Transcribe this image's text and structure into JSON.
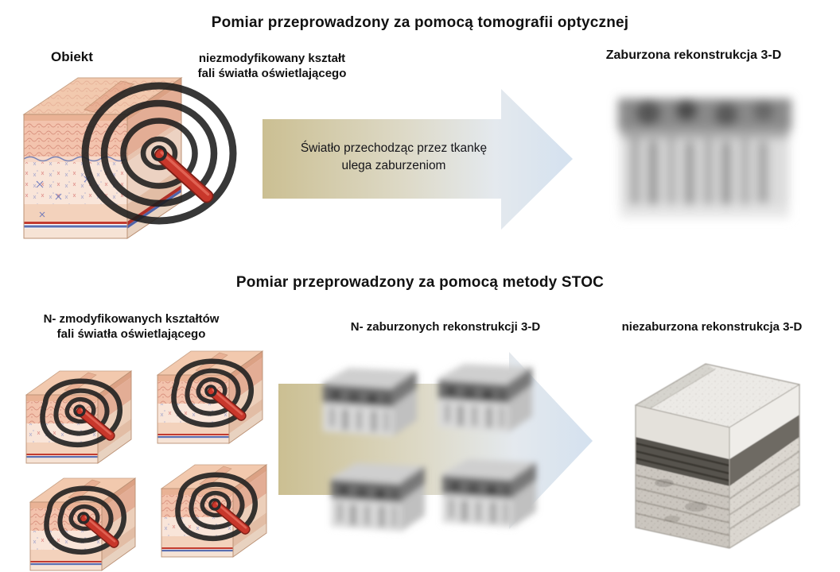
{
  "top": {
    "title": "Pomiar przeprowadzony za pomocą tomografii optycznej",
    "object_label": "Obiekt",
    "wavefront_label": "niezmodyfikowany kształt fali światła oświetlającego",
    "arrow_line1": "Światło przechodząc przez tkankę",
    "arrow_line2": "ulega zaburzeniom",
    "result_label": "Zaburzona rekonstrukcja 3-D"
  },
  "bottom": {
    "title": "Pomiar przeprowadzony za pomocą metody STOC",
    "wavefront_label": "N- zmodyfikowanych kształtów fali światła oświetlającego",
    "reconstructions_label": "N- zaburzonych rekonstrukcji 3-D",
    "result_label": "niezaburzona rekonstrukcja 3-D"
  },
  "colors": {
    "arrow_start": "#cbbf92",
    "arrow_end": "#d4e1ef",
    "ring_dark": "#1d1d1d",
    "rod_red": "#c8372b",
    "skin_light": "#f9e5d9",
    "skin_mid": "#f3c3ad",
    "recon_gray": "#8a8a8a"
  }
}
